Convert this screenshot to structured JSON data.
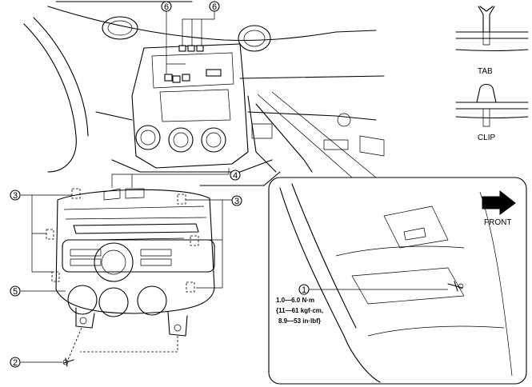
{
  "callouts": {
    "c1": "1",
    "c2": "2",
    "c3_left": "3",
    "c3_right": "3",
    "c4": "4",
    "c5": "5",
    "c6_left": "6",
    "c6_right": "6"
  },
  "labels": {
    "tab": "TAB",
    "clip": "CLIP",
    "front": "FRONT"
  },
  "torque": {
    "line1": "1.0—6.0 N·m",
    "line2": "{11—61 kgf·cm,",
    "line3": "8.9—53 in·lbf}"
  },
  "colors": {
    "line": "#000000",
    "background": "#ffffff"
  }
}
